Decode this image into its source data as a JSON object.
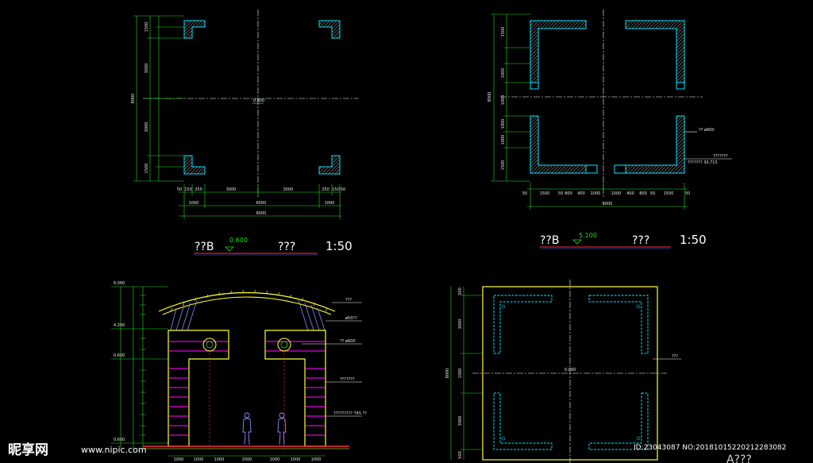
{
  "plan_top_left": {
    "title": "??B",
    "level": "0.600",
    "label": "???",
    "scale": "1:50",
    "center_mark": "0.600",
    "dims_bottom": [
      "50",
      "150",
      "250",
      "3000",
      "3000",
      "250",
      "150",
      "50"
    ],
    "dims_bottom_2": [
      "1000",
      "6000",
      "1000"
    ],
    "dim_total": "8000",
    "dims_left": [
      "1500",
      "3000",
      "3000",
      "1500"
    ],
    "dim_left_total": "8000"
  },
  "plan_top_right": {
    "title": "??B",
    "level": "5.100",
    "label": "???",
    "scale": "1:50",
    "callout_1": "?? ø600",
    "callout_2": "???????",
    "callout_3": "??????? 30,715",
    "dims_bottom": [
      "50",
      "1500",
      "50",
      "800",
      "400",
      "1000",
      "1000",
      "400",
      "800",
      "50",
      "1500",
      "50"
    ],
    "dim_total": "8000",
    "dim_left_total": "8000",
    "dims_left": [
      "1500",
      "1000",
      "1000",
      "1000",
      "1000",
      "1500"
    ]
  },
  "elevation": {
    "levels": [
      "6.060",
      "4.200",
      "0.600",
      "0.600"
    ],
    "callouts": [
      "???",
      "ø50??",
      "?? ø600",
      "???????",
      "????????? 745 ??"
    ],
    "dims_bottom": [
      "1000",
      "1000",
      "1000",
      "2000",
      "1000",
      "1000",
      "1000"
    ]
  },
  "roof_plan": {
    "label": "???",
    "center_mark": "0.060",
    "dim_total": "8000",
    "dims_left": [
      "500",
      "3000",
      "1000",
      "3000",
      "500"
    ],
    "caption": "A???"
  },
  "watermark": {
    "logo": "昵享网",
    "site": "www.nipic.com",
    "id_text": "ID:23043087 NO:20181015220212283082"
  },
  "colors": {
    "background": "#000000",
    "wall_cyan": "#00e5ff",
    "dim_green": "#22dd22",
    "axis": "#ffffff",
    "yellow": "#ffff33",
    "magenta": "#e000e0",
    "red": "#ff3030"
  }
}
